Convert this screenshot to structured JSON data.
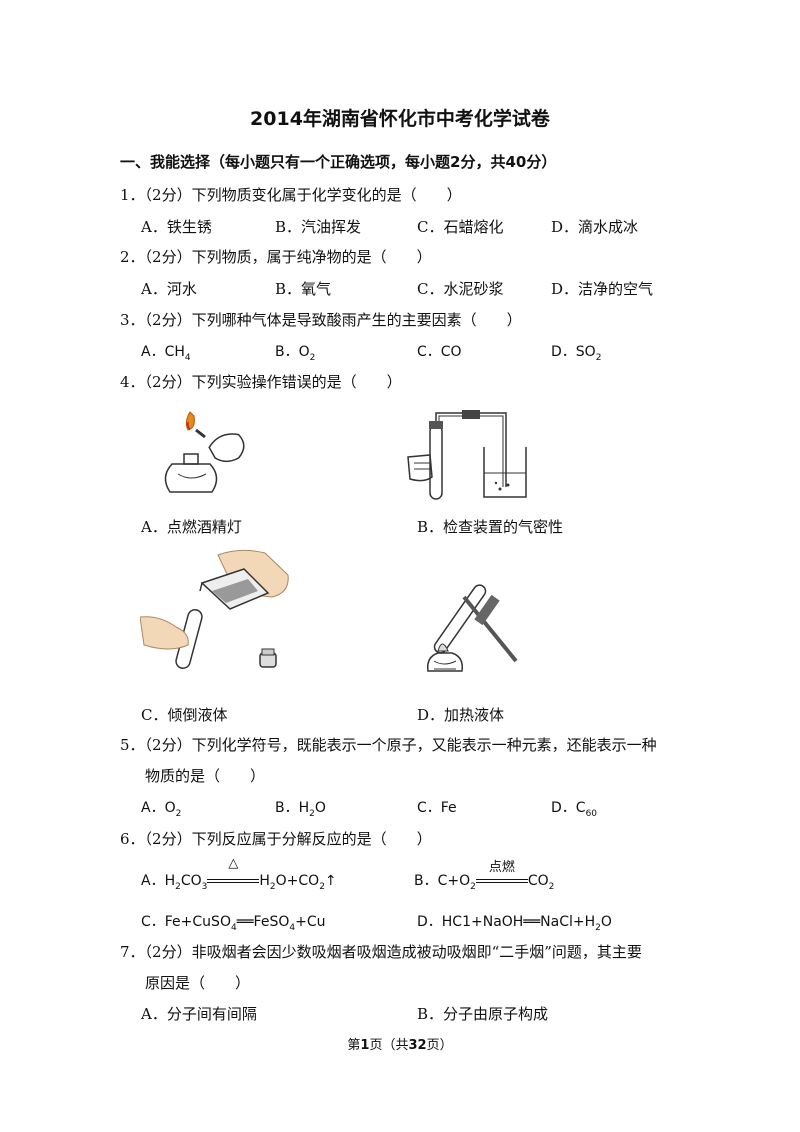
{
  "title": "2014年湖南省怀化市中考化学试卷",
  "section": "一、我能选择（每小题只有一个正确选项，每小题2分，共40分）",
  "q1": {
    "stem": "1．（2分）下列物质变化属于化学变化的是（　　）",
    "a": "A．铁生锈",
    "b": "B．汽油挥发",
    "c": "C．石蜡熔化",
    "d": "D．滴水成冰"
  },
  "q2": {
    "stem": "2．（2分）下列物质，属于纯净物的是（　　）",
    "a": "A．河水",
    "b": "B．氧气",
    "c": "C．水泥砂浆",
    "d": "D．洁净的空气"
  },
  "q3": {
    "stem": "3．（2分）下列哪种气体是导致酸雨产生的主要因素（　　）",
    "a": "A．CH",
    "a_sub": "4",
    "b": "B．O",
    "b_sub": "2",
    "c": "C．CO",
    "d": "D．SO",
    "d_sub": "2"
  },
  "q4": {
    "stem": "4．（2分）下列实验操作错误的是（　　）",
    "a": "A．点燃酒精灯",
    "b": "B．检查装置的气密性",
    "c": "C．倾倒液体",
    "d": "D．加热液体"
  },
  "q5": {
    "stem1": "5．（2分）下列化学符号，既能表示一个原子，又能表示一种元素，还能表示一种",
    "stem2": "物质的是（　　）",
    "a": "A．O",
    "a_sub": "2",
    "b1": "B．H",
    "b_sub": "2",
    "b2": "O",
    "c": "C．Fe",
    "d": "D．C",
    "d_sub": "60"
  },
  "q6": {
    "stem": "6．（2分）下列反应属于分解反应的是（　　）",
    "a_pre": "A．H",
    "a_s1": "2",
    "a_m1": "CO",
    "a_s2": "3",
    "a_cond": "△",
    "a_post1": "H",
    "a_s3": "2",
    "a_post2": "O+CO",
    "a_s4": "2",
    "a_post3": "↑",
    "b_pre": "B．C+O",
    "b_s1": "2",
    "b_cond": "点燃",
    "b_post1": "CO",
    "b_s2": "2",
    "c_pre": "C．Fe+CuSO",
    "c_s1": "4",
    "c_mid": "══FeSO",
    "c_s2": "4",
    "c_post": "+Cu",
    "d_pre": "D．HC1+NaOH══NaCl+H",
    "d_s1": "2",
    "d_post": "O"
  },
  "q7": {
    "stem1": "7．（2分）非吸烟者会因少数吸烟者吸烟造成被动吸烟即“二手烟”问题，其主要",
    "stem2": "原因是（　　）",
    "a": "A．分子间有间隔",
    "b": "B．分子由原子构成"
  },
  "footer": {
    "pre": "第",
    "page": "1",
    "mid": "页（共",
    "total": "32",
    "post": "页）"
  }
}
